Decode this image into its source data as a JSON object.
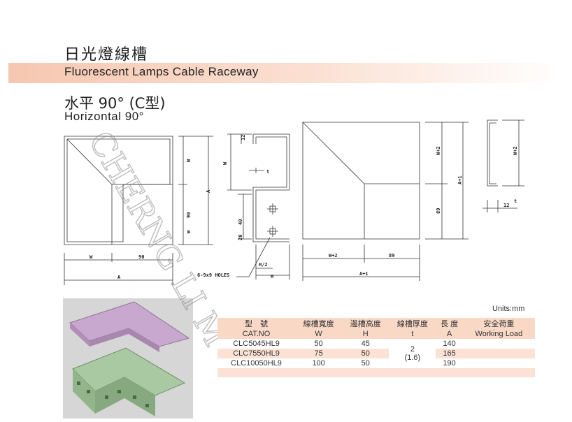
{
  "title": {
    "cn": "日光燈線槽",
    "en": "Fluorescent Lamps Cable Raceway"
  },
  "subtitle": {
    "cn": "水平 90° (C型)",
    "en": "Horizontal 90°"
  },
  "watermark": "CHERNG LI M",
  "drawing_labels": {
    "w": "W",
    "a": "A",
    "d90": "90",
    "d12": "12",
    "t": "t",
    "d40": "40",
    "d20": "20",
    "h_half": "H/2",
    "h": "H",
    "holes": "6-9x9 HOLES",
    "w2": "W+2",
    "a1": "A+1",
    "d89": "89"
  },
  "units": "Units:mm",
  "table": {
    "headers_cn": [
      "型　號",
      "線槽寬度",
      "邊槽高度",
      "線槽厚度",
      "長 度",
      "安全荷重"
    ],
    "headers_en": [
      "CAT.NO",
      "W",
      "H",
      "t",
      "A",
      "Working Load"
    ],
    "rows": [
      {
        "cat": "CLC5045HL9",
        "w": "50",
        "h": "45",
        "a": "140"
      },
      {
        "cat": "CLC7550HL9",
        "w": "75",
        "h": "50",
        "a": "165"
      },
      {
        "cat": "CLC10050HL9",
        "w": "100",
        "h": "50",
        "a": "190"
      }
    ],
    "thickness": "2",
    "thickness_alt": "(1.6)"
  },
  "colors": {
    "band": "#f6c7b0",
    "stripe": "#fbe2d4",
    "photo_top": "#c9a8cf",
    "photo_body": "#a9c9a2"
  }
}
